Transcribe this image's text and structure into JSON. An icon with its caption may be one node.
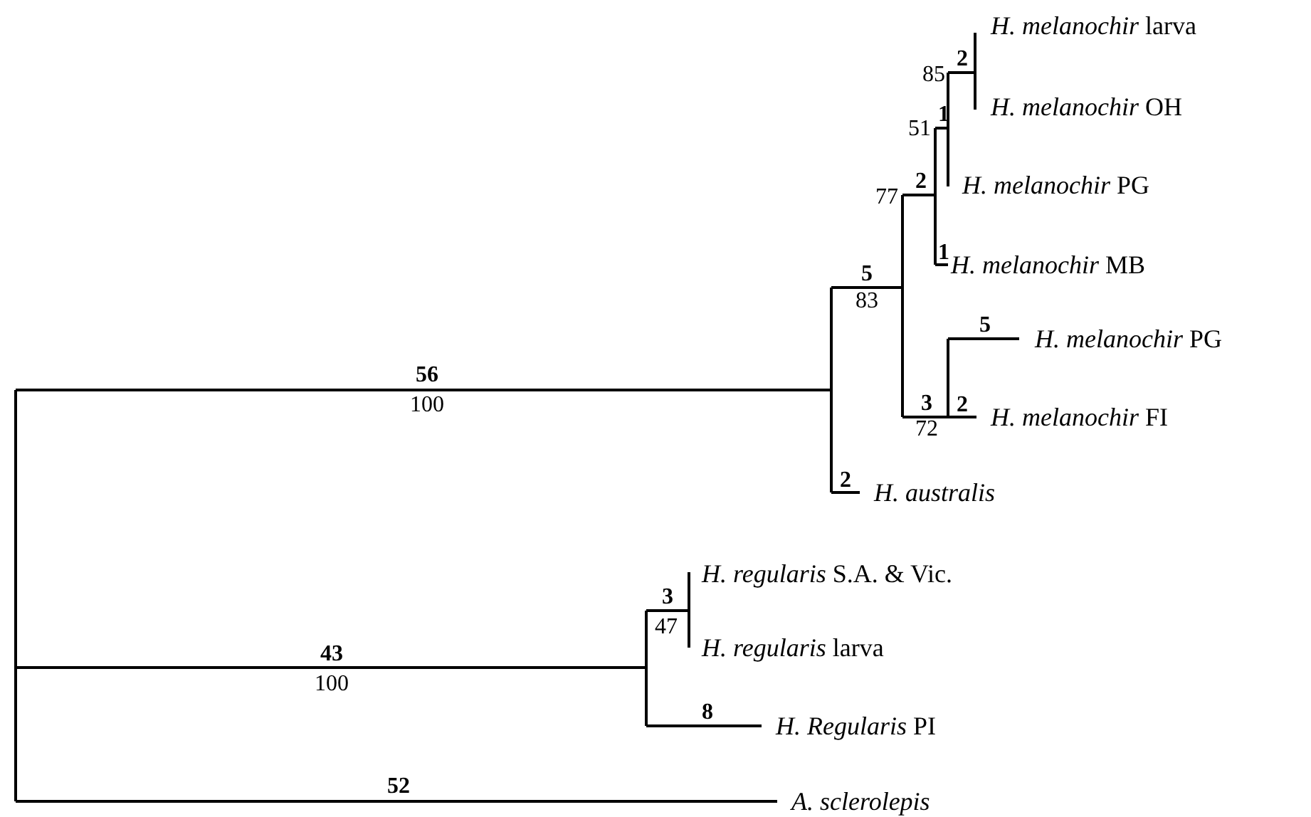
{
  "diagram": {
    "labels": [
      "*H. melanochir* larva",
      "2",
      "85",
      "*H. melanochir* OH",
      "1",
      "51",
      "2",
      "*H. melanochir* PG",
      "77",
      "1",
      "*H. melanochir* MB",
      "5",
      "83",
      "5",
      "*H. melanochir* PG",
      "56",
      "3",
      "*H. melanochir* FI",
      "2",
      "100",
      "72",
      "2",
      "*H. australis*",
      "*H. regularis* S.A. & Vic.",
      "3",
      "47",
      "*H. regularis* larva",
      "43",
      "100",
      "8",
      "*H. Regularis* PI",
      "52",
      "A. sclerolepis"
    ]
  }
}
